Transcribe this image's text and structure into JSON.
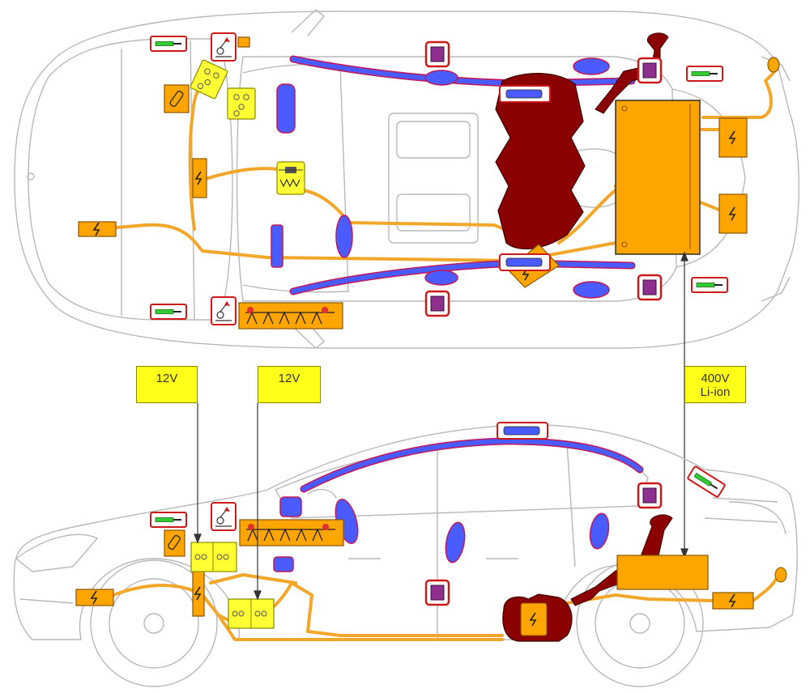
{
  "labels": {
    "battery_12v_front": "12V",
    "battery_12v_rear": "12V",
    "hv_voltage": "400V",
    "hv_chem": "Li-ion"
  },
  "colors": {
    "car_outline": "#b8b8b8",
    "hv_component": "#ffa500",
    "hv_cable": "#f2a62a",
    "airbag": "#4a5cff",
    "airbag_border": "#c0185a",
    "fuel_tank": "#8b0000",
    "battery_12v": "#ffff33",
    "seatbelt_tensioner": "#8e2f8e",
    "gas_strut": "#33cc33",
    "warning_red": "#cc1a1a",
    "label_yellow": "#ffff1a"
  },
  "icons": [
    "high-voltage-icon",
    "airbag-icon",
    "gas-strut-icon",
    "seatbelt-tensioner-icon",
    "battery-icon",
    "fuel-tank-icon",
    "sensor-icon",
    "hood-lifter-icon",
    "hv-disconnect-icon"
  ]
}
